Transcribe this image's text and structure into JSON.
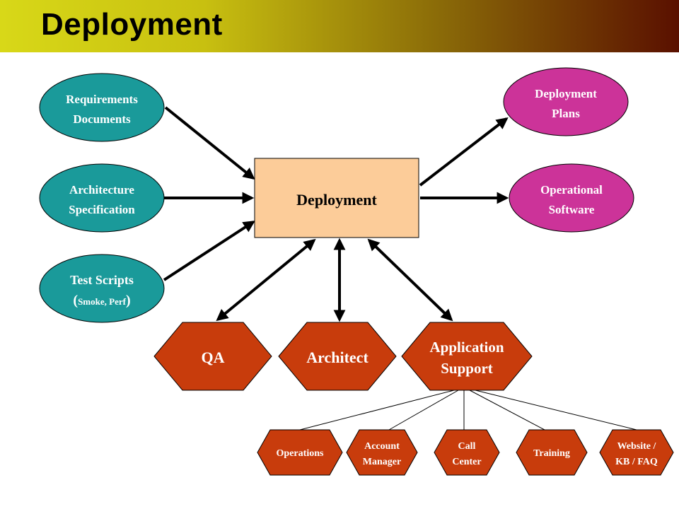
{
  "header": {
    "title": "Deployment"
  },
  "center": {
    "label": "Deployment"
  },
  "inputs": [
    {
      "line1": "Requirements",
      "line2": "Documents"
    },
    {
      "line1": "Architecture",
      "line2": "Specification"
    },
    {
      "line1": "Test Scripts",
      "paren_open": "(",
      "small": "Smoke, Perf",
      "paren_close": ")"
    }
  ],
  "outputs": [
    {
      "line1": "Deployment",
      "line2": "Plans"
    },
    {
      "line1": "Operational",
      "line2": "Software"
    }
  ],
  "roles": [
    {
      "line1": "QA"
    },
    {
      "line1": "Architect"
    },
    {
      "line1": "Application",
      "line2": "Support"
    }
  ],
  "support_teams": [
    {
      "line1": "Operations"
    },
    {
      "line1": "Account",
      "line2": "Manager"
    },
    {
      "line1": "Call",
      "line2": "Center"
    },
    {
      "line1": "Training"
    },
    {
      "line1": "Website /",
      "line2": "KB / FAQ"
    }
  ],
  "colors": {
    "input_node": "#1a9a9a",
    "output_node": "#cc3399",
    "role_node": "#c83c0c",
    "center_box": "#fccc99"
  }
}
